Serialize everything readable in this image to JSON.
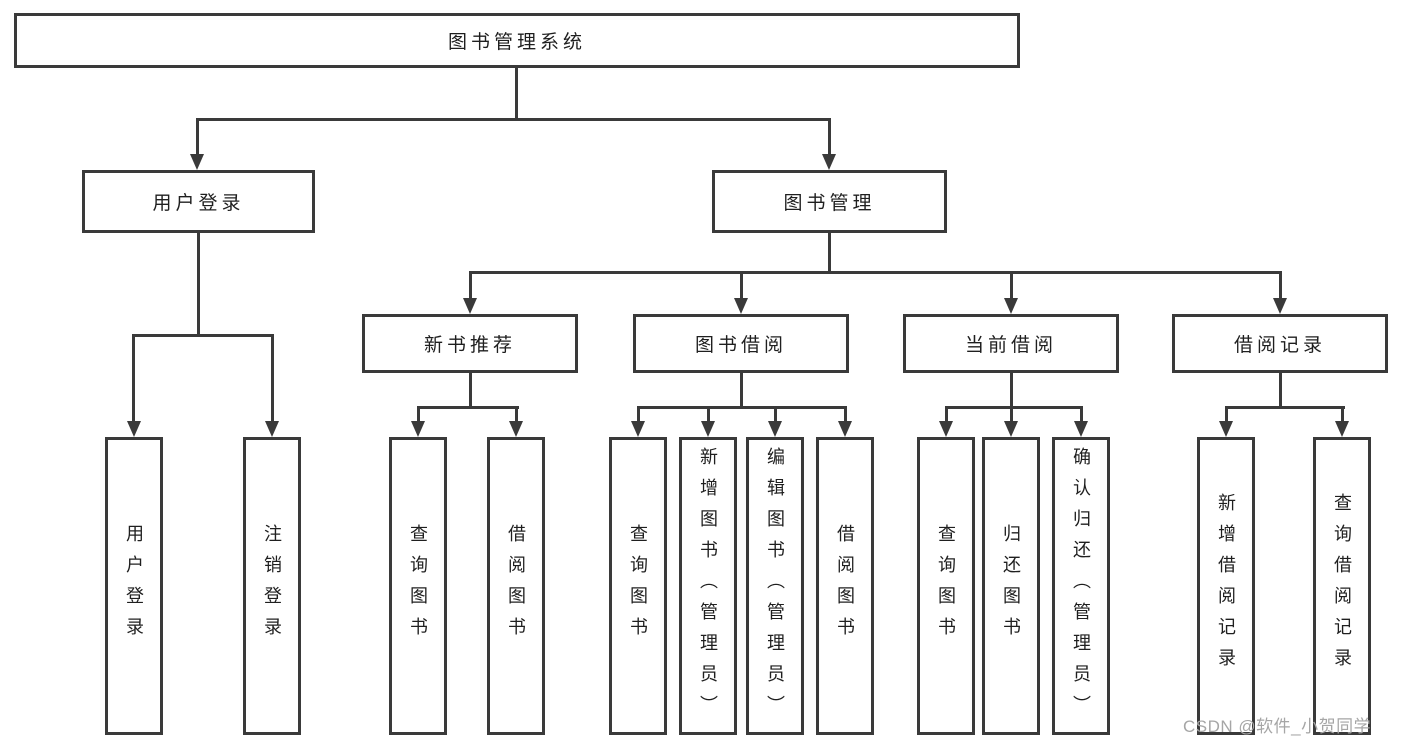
{
  "nodes": {
    "root": {
      "label": "图书管理系统"
    },
    "level2": {
      "user_login": {
        "label": "用户登录"
      },
      "book_management": {
        "label": "图书管理"
      }
    },
    "level3": {
      "new_book_recommend": {
        "label": "新书推荐"
      },
      "book_borrow": {
        "label": "图书借阅"
      },
      "current_borrow": {
        "label": "当前借阅"
      },
      "borrow_records": {
        "label": "借阅记录"
      }
    },
    "leaves": {
      "user_login": {
        "label": "用户登录"
      },
      "logout": {
        "label": "注销登录"
      },
      "recommend_query_book": {
        "label": "查询图书"
      },
      "recommend_borrow_book": {
        "label": "借阅图书"
      },
      "borrow_query_book": {
        "label": "查询图书"
      },
      "borrow_add_book_admin": {
        "label": "新增图书（管理员）"
      },
      "borrow_edit_book_admin": {
        "label": "编辑图书（管理员）"
      },
      "borrow_borrow_book": {
        "label": "借阅图书"
      },
      "current_query_book": {
        "label": "查询图书"
      },
      "current_return_book": {
        "label": "归还图书"
      },
      "current_confirm_return_admin": {
        "label": "确认归还（管理员）"
      },
      "records_add_record": {
        "label": "新增借阅记录"
      },
      "records_query_record": {
        "label": "查询借阅记录"
      }
    }
  },
  "watermark": {
    "text": "CSDN @软件_小贺同学"
  },
  "colors": {
    "line": "#3a3a3a",
    "text": "#1f1f1f",
    "watermark": "#a6a6a6",
    "background": "#ffffff"
  }
}
